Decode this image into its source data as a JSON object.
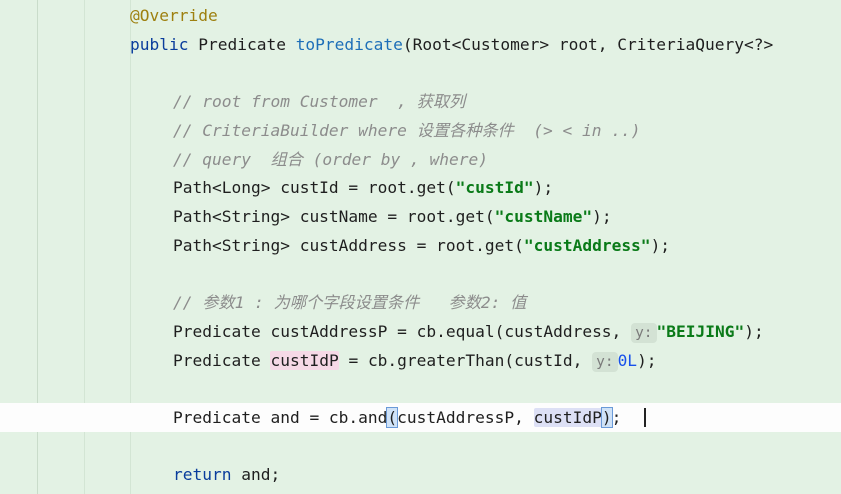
{
  "code": {
    "annotation": "@Override",
    "signature": {
      "kw_public": "public",
      "return_type": " Predicate ",
      "method_name": "toPredicate",
      "params": "(Root<Customer> root, CriteriaQuery<?>"
    },
    "comment1": "// root from Customer  , 获取列",
    "comment2": "// CriteriaBuilder where 设置各种条件  (> < in ..)",
    "comment3": "// query  组合 (order by , where)",
    "path1": {
      "pre": "Path<Long> custId = root.get(",
      "str": "\"custId\"",
      "post": ");"
    },
    "path2": {
      "pre": "Path<String> custName = root.get(",
      "str": "\"custName\"",
      "post": ");"
    },
    "path3": {
      "pre": "Path<String> custAddress = root.get(",
      "str": "\"custAddress\"",
      "post": ");"
    },
    "comment4": "// 参数1 : 为哪个字段设置条件   参数2: 值",
    "pred1": {
      "pre": "Predicate custAddressP = cb.equal(custAddress, ",
      "hint": "y:",
      "str": "\"BEIJING\"",
      "post": ");"
    },
    "pred2": {
      "pre": "Predicate ",
      "var": "custIdP",
      "mid": " = cb.greaterThan(custId, ",
      "hint": "y:",
      "num": "0L",
      "post": ");"
    },
    "pred3": {
      "pre": "Predicate and = cb.and",
      "open": "(",
      "arg1": "custAddressP, ",
      "arg2": "custIdP",
      "close": ")",
      "post": ";"
    },
    "ret": {
      "kw": "return",
      "post": " and;"
    }
  }
}
